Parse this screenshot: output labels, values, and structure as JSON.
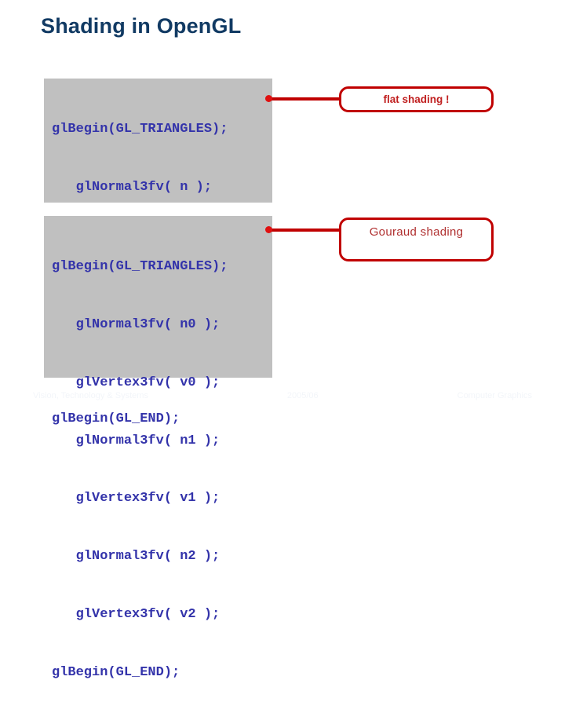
{
  "slide": {
    "title": "Shading in OpenGL",
    "title_color": "#113A63",
    "background_color": "#FFFFFF"
  },
  "code_blocks": [
    {
      "id": "flat",
      "background_color": "#C0C0C0",
      "text_color": "#3333AA",
      "lines": [
        "glBegin(GL_TRIANGLES);",
        "   glNormal3fv( n );",
        "   glVertex3fv( v0 );",
        "   glVertex3fv( v1 );",
        "   glVertex3fv( v2 );",
        "glBegin(GL_END);"
      ]
    },
    {
      "id": "gouraud",
      "background_color": "#C0C0C0",
      "text_color": "#3333AA",
      "lines": [
        "glBegin(GL_TRIANGLES);",
        "   glNormal3fv( n0 );",
        "   glVertex3fv( v0 );",
        "   glNormal3fv( n1 );",
        "   glVertex3fv( v1 );",
        "   glNormal3fv( n2 );",
        "   glVertex3fv( v2 );",
        "glBegin(GL_END);"
      ]
    }
  ],
  "callouts": [
    {
      "id": "flat",
      "label": "flat shading !",
      "border_color": "#C00000",
      "text_color": "#C02020"
    },
    {
      "id": "gouraud",
      "label": "Gouraud shading",
      "border_color": "#C00000",
      "text_color": "#B03030"
    }
  ],
  "footer": {
    "left": "Vision, Technology & Systems",
    "center": "2005/06",
    "right": "Computer Graphics"
  }
}
